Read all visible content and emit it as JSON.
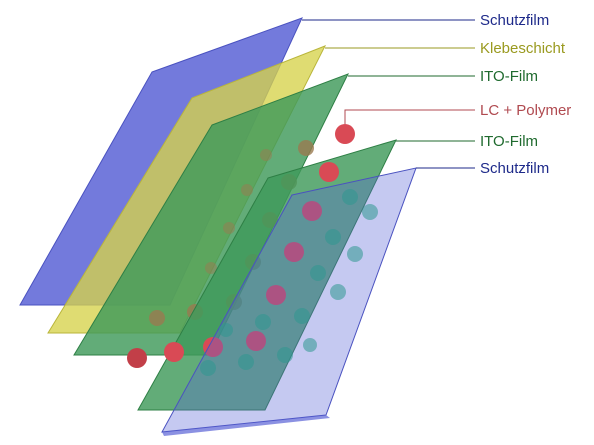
{
  "colors": {
    "blue": "#5a63d6",
    "yellow": "#d6d24a",
    "green": "#3f9a5a",
    "teal": "#2f9890",
    "red": "#d94a55",
    "brown": "#9a7a50",
    "label_blue": "#1e2a8a",
    "label_olive": "#9a9a20",
    "label_green": "#1f6a2e",
    "label_red": "#b04a50"
  },
  "labels": {
    "layer1": "Schutzfilm",
    "layer2": "Klebeschicht",
    "layer3": "ITO-Film",
    "layer4": "LC + Polymer",
    "layer5": "ITO-Film",
    "layer6": "Schutzfilm"
  }
}
